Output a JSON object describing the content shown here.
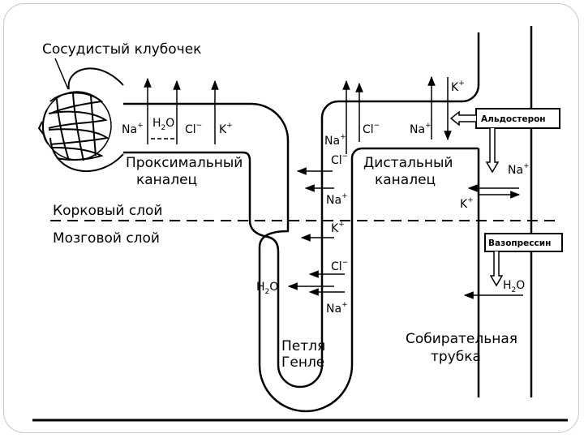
{
  "labels": {
    "glomerulus": "Сосудистый клубочек",
    "proximal_tubule_line1": "Проксимальный",
    "proximal_tubule_line2": "каналец",
    "distal_tubule_line1": "Дистальный",
    "distal_tubule_line2": "каналец",
    "cortex": "Корковый слой",
    "medulla": "Мозговой слой",
    "loop_line1": "Петля",
    "loop_line2": "Генле",
    "collecting_duct_line1": "Собирательная",
    "collecting_duct_line2": "трубка"
  },
  "hormones": {
    "aldosterone": "Альдостерон",
    "vasopressin": "Вазопрессин"
  },
  "ions": {
    "na": "Na",
    "na_charge": "+",
    "k": "K",
    "k_charge": "+",
    "cl": "Cl",
    "cl_charge": "−",
    "h2o_h": "H",
    "h2o_2": "2",
    "h2o_o": "O"
  },
  "colors": {
    "line": "#000000",
    "frame": "#c8c8c8",
    "background": "#ffffff"
  }
}
